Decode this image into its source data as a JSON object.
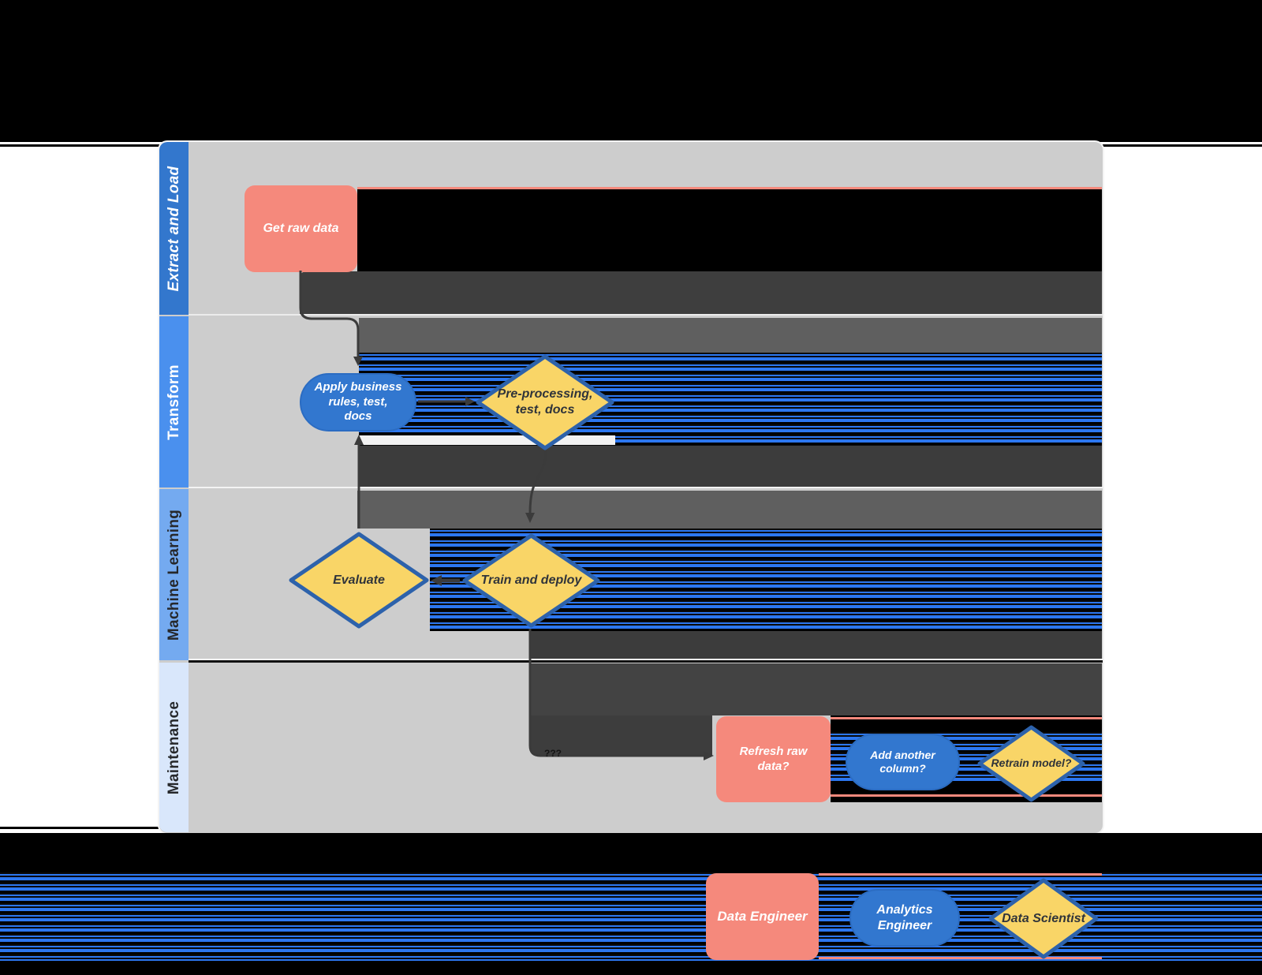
{
  "lanes": [
    {
      "label": "Extract and Load",
      "color": "#3377cd",
      "text_color": "#ffffff",
      "italic": true
    },
    {
      "label": "Transform",
      "color": "#4a90ee",
      "text_color": "#ffffff",
      "italic": false
    },
    {
      "label": "Machine Learning",
      "color": "#74aaf0",
      "text_color": "#26282b",
      "italic": false
    },
    {
      "label": "Maintenance",
      "color": "#d9e7fb",
      "text_color": "#26282b",
      "italic": false
    }
  ],
  "nodes": {
    "get_raw_data": {
      "label": "Get raw data"
    },
    "apply_rules": {
      "lines": [
        "Apply business",
        "rules, test,",
        "docs"
      ]
    },
    "pre_processing": {
      "lines": [
        "Pre-processing,",
        "test, docs"
      ]
    },
    "evaluate": {
      "label": "Evaluate"
    },
    "train_deploy": {
      "label": "Train and deploy"
    },
    "refresh_raw": {
      "lines": [
        "Refresh raw",
        "data?"
      ]
    },
    "add_column": {
      "lines": [
        "Add another",
        "column?"
      ]
    },
    "retrain": {
      "label": "Retrain model?"
    }
  },
  "connector_label": "???",
  "legend": {
    "data_engineer": {
      "label": "Data Engineer"
    },
    "analytics_engineer": {
      "lines": [
        "Analytics",
        "Engineer"
      ]
    },
    "data_scientist": {
      "label": "Data Scientist"
    }
  },
  "colors": {
    "salmon": "#f5897c",
    "process_blue": "#3277cf",
    "decision_yellow": "#f9d567",
    "decision_border": "#2d62ab",
    "lane_body": "#cdcdcd",
    "artifact_dark": "#3d3d3d",
    "artifact_mid": "#5f5f5f",
    "stripe_blue": "#2c77f0"
  }
}
